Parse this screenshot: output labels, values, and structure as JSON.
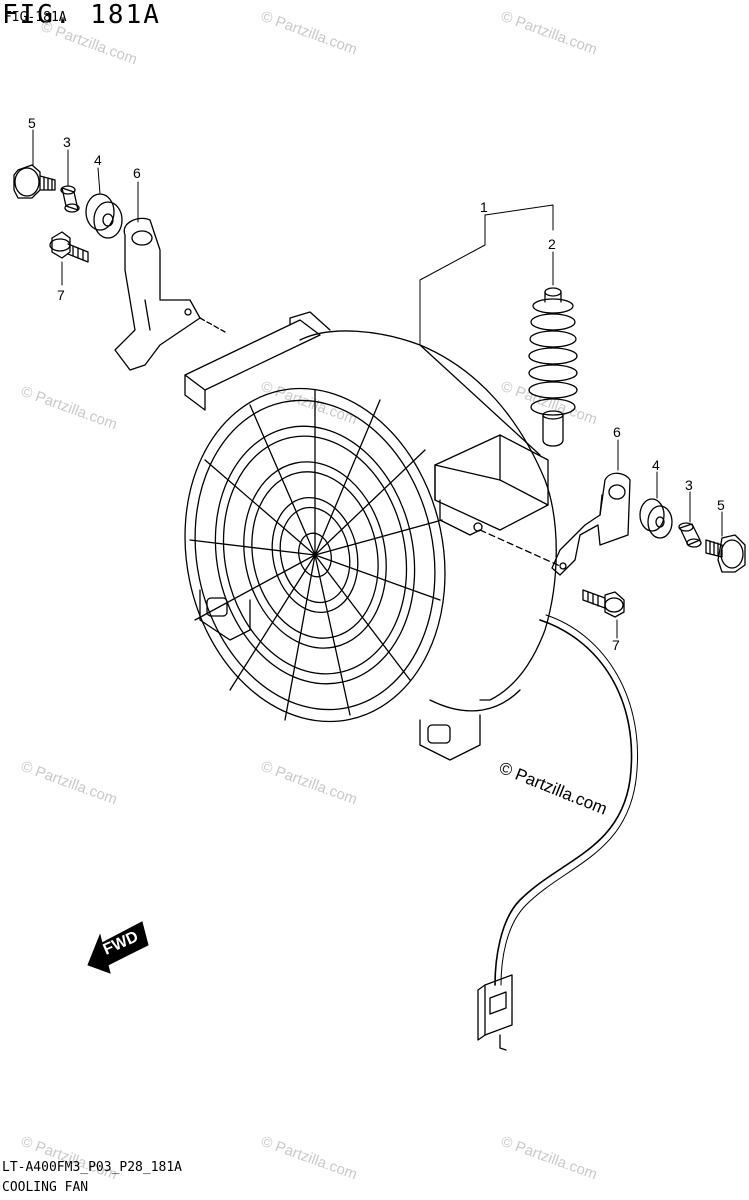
{
  "header": {
    "figure_title": "FIG. 181A",
    "figure_ref": "FIG-181A"
  },
  "callouts": [
    {
      "id": "p5a",
      "label": "5"
    },
    {
      "id": "p3a",
      "label": "3"
    },
    {
      "id": "p4a",
      "label": "4"
    },
    {
      "id": "p6a",
      "label": "6"
    },
    {
      "id": "p7a",
      "label": "7"
    },
    {
      "id": "p1",
      "label": "1"
    },
    {
      "id": "p2",
      "label": "2"
    },
    {
      "id": "p6b",
      "label": "6"
    },
    {
      "id": "p4b",
      "label": "4"
    },
    {
      "id": "p3b",
      "label": "3"
    },
    {
      "id": "p5b",
      "label": "5"
    },
    {
      "id": "p7b",
      "label": "7"
    }
  ],
  "direction_arrow": {
    "label": "FWD"
  },
  "watermark": {
    "text": "© Partzilla.com"
  },
  "footer": {
    "model_code": "LT-A400FM3_P03_P28_181A",
    "section_name": "COOLING FAN"
  }
}
